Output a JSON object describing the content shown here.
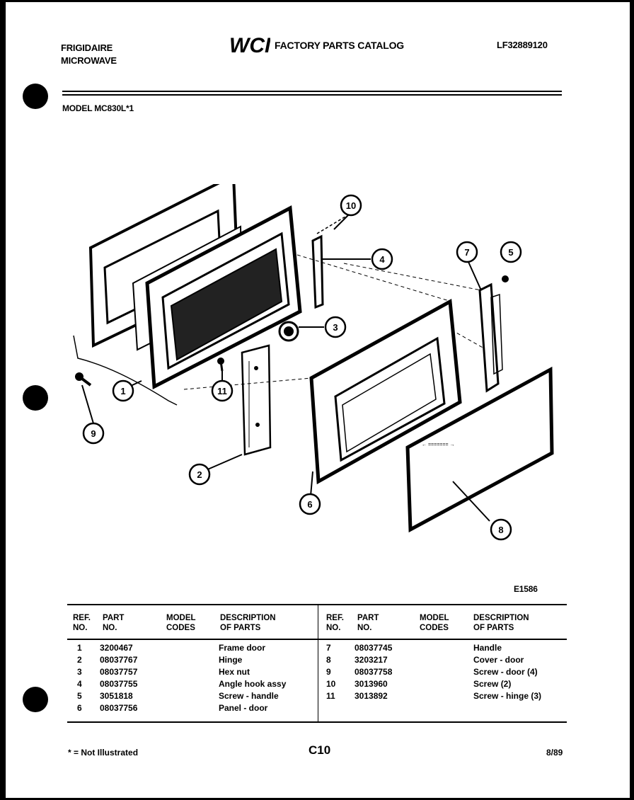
{
  "header": {
    "brand": "FRIGIDAIRE",
    "product": "MICROWAVE",
    "catalog_title": "FACTORY PARTS CATALOG",
    "catalog_number": "LF32889120",
    "logo_text": "WCI",
    "model_line": "MODEL MC830L*1"
  },
  "diagram": {
    "figure_code": "E1586",
    "callouts": [
      "1",
      "2",
      "3",
      "4",
      "5",
      "6",
      "7",
      "8",
      "9",
      "10",
      "11"
    ],
    "small_label": "← ======= →"
  },
  "table": {
    "headers": {
      "ref": "REF.",
      "ref2": "NO.",
      "part": "PART",
      "part2": "NO.",
      "model": "MODEL",
      "model2": "CODES",
      "desc": "DESCRIPTION",
      "desc2": "OF PARTS"
    },
    "left_rows": [
      {
        "ref": "1",
        "part": "3200467",
        "model": "",
        "desc": "Frame door"
      },
      {
        "ref": "2",
        "part": "08037767",
        "model": "",
        "desc": "Hinge"
      },
      {
        "ref": "3",
        "part": "08037757",
        "model": "",
        "desc": "Hex nut"
      },
      {
        "ref": "4",
        "part": "08037755",
        "model": "",
        "desc": "Angle hook assy"
      },
      {
        "ref": "5",
        "part": "3051818",
        "model": "",
        "desc": "Screw - handle"
      },
      {
        "ref": "6",
        "part": "08037756",
        "model": "",
        "desc": "Panel - door"
      }
    ],
    "right_rows": [
      {
        "ref": "7",
        "part": "08037745",
        "model": "",
        "desc": "Handle"
      },
      {
        "ref": "8",
        "part": "3203217",
        "model": "",
        "desc": "Cover - door"
      },
      {
        "ref": "9",
        "part": "08037758",
        "model": "",
        "desc": "Screw - door (4)"
      },
      {
        "ref": "10",
        "part": "3013960",
        "model": "",
        "desc": "Screw (2)"
      },
      {
        "ref": "11",
        "part": "3013892",
        "model": "",
        "desc": "Screw - hinge (3)"
      }
    ]
  },
  "footer": {
    "note": "* = Not Illustrated",
    "page": "C10",
    "date": "8/89"
  },
  "colors": {
    "ink": "#000000",
    "paper": "#ffffff"
  }
}
